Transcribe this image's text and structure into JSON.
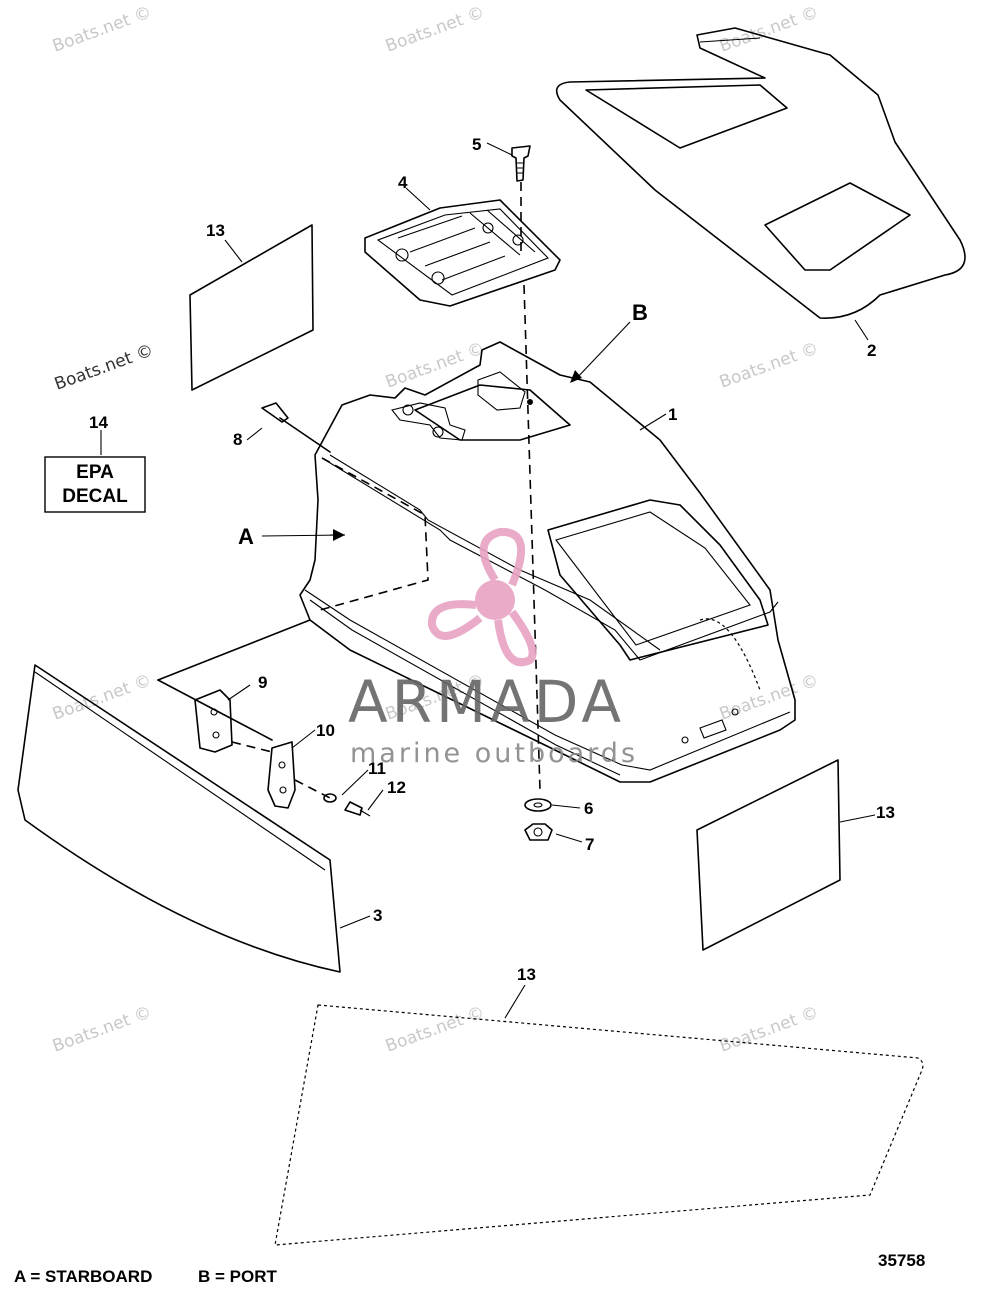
{
  "watermark": {
    "text": "Boats.net ©"
  },
  "logo": {
    "name": "ARMADA",
    "tagline": "marine outboards",
    "color": "#e8a3c4"
  },
  "labels": {
    "a": "A",
    "b": "B",
    "p1": "1",
    "p2": "2",
    "p3": "3",
    "p4": "4",
    "p5": "5",
    "p6": "6",
    "p7": "7",
    "p8": "8",
    "p9": "9",
    "p10": "10",
    "p11": "11",
    "p12": "12",
    "p13_top": "13",
    "p13_right": "13",
    "p13_bottom": "13",
    "p14": "14"
  },
  "epa_decal": {
    "line1": "EPA",
    "line2": "DECAL"
  },
  "legend": {
    "starboard": "A = STARBOARD",
    "port": "B = PORT"
  },
  "figure_number": "35758"
}
